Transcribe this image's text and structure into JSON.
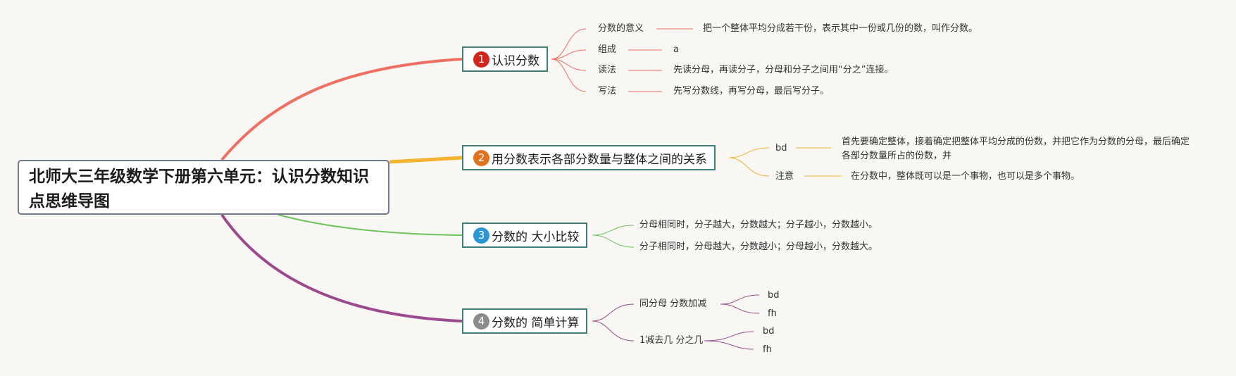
{
  "root_title": "北师大三年级数学下册第六单元：认识分数知识点思维导图",
  "colors": {
    "b1": "#ef6f63",
    "b2": "#f4b22e",
    "b3": "#6cc45a",
    "b4": "#9b4a8d",
    "badge1": "#d2261c",
    "badge2": "#e2711d",
    "badge3": "#2b95d6",
    "badge4": "#8c8c8c"
  },
  "branches": [
    {
      "num": "1",
      "label": "认识分数",
      "children": [
        {
          "label": "分数的意义",
          "detail": "把一个整体平均分成若干份，表示其中一份或几份的数，叫作分数。"
        },
        {
          "label": "组成",
          "detail": "a"
        },
        {
          "label": "读法",
          "detail": "先读分母，再读分子，分母和分子之间用“分之”连接。"
        },
        {
          "label": "写法",
          "detail": "先写分数线，再写分母，最后写分子。"
        }
      ]
    },
    {
      "num": "2",
      "label": "用分数表示各部分数量与整体之间的关系",
      "children": [
        {
          "label": "bd",
          "detail": "首先要确定整体，接着确定把整体平均分成的份数，并把它作为分数的分母，最后确定各部分数量所占的份数，并"
        },
        {
          "label": "注意",
          "detail": "在分数中，整体既可以是一个事物，也可以是多个事物。"
        }
      ]
    },
    {
      "num": "3",
      "label": "分数的 大小比较",
      "children": [
        {
          "label": "分母相同时，分子越大，分数越大；分子越小，分数越小。"
        },
        {
          "label": "分子相同时，分母越大，分数越小；分母越小，分数越大。"
        }
      ]
    },
    {
      "num": "4",
      "label": "分数的 简单计算",
      "children": [
        {
          "label": "同分母 分数加减",
          "subs": [
            "bd",
            "fh"
          ]
        },
        {
          "label": "1减去几 分之几",
          "subs": [
            "bd",
            "fh"
          ]
        }
      ]
    }
  ]
}
